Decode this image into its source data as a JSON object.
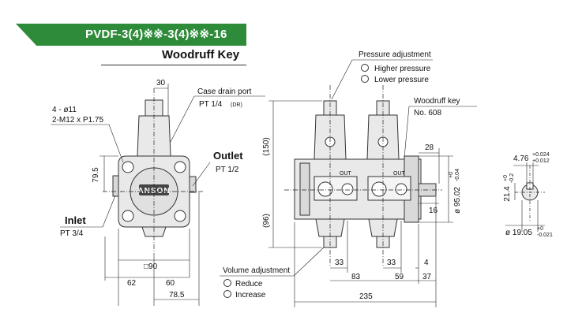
{
  "header": {
    "model": "PVDF-3(4)※※-3(4)※※-16",
    "subtitle": "Woodruff Key"
  },
  "brand": "ANSON",
  "left_view": {
    "dim_top": "30",
    "case_drain_label": "Case drain port",
    "case_drain_size": "PT 1/4",
    "case_drain_note": "(DR)",
    "bolt_hole": "4 - ø11",
    "thread": "2-M12 x P1.75",
    "height_dim": "79.5",
    "outlet_label": "Outlet",
    "outlet_size": "PT 1/2",
    "inlet_label": "Inlet",
    "inlet_size": "PT 3/4",
    "square": "□90",
    "dim_62": "62",
    "dim_60": "60",
    "dim_785": "78.5"
  },
  "center_view": {
    "pressure_title": "Pressure adjustment",
    "higher": "Higher pressure",
    "lower": "Lower pressure",
    "woodruff_title": "Woodruff key",
    "woodruff_no": "No. 608",
    "dim_150": "(150)",
    "dim_96": "(96)",
    "dim_28": "28",
    "dim_16": "16",
    "dia_9502": "ø 95.02",
    "tol_9502_upper": "+0",
    "tol_9502_lower": "-0.04",
    "out_label": "OUT",
    "volume_title": "Volume adjustment",
    "reduce": "Reduce",
    "increase": "Increase",
    "dim_33a": "33",
    "dim_33b": "33",
    "dim_4": "4",
    "dim_83": "83",
    "dim_59": "59",
    "dim_37": "37",
    "dim_235": "235"
  },
  "key_section": {
    "key_width": "4.76",
    "key_width_upper": "+0.024",
    "key_width_lower": "+0.012",
    "key_depth": "21.4",
    "key_depth_upper": "+0",
    "key_depth_lower": "-0.2",
    "shaft_dia": "ø 19.05",
    "shaft_upper": "+0",
    "shaft_lower": "-0.021"
  }
}
